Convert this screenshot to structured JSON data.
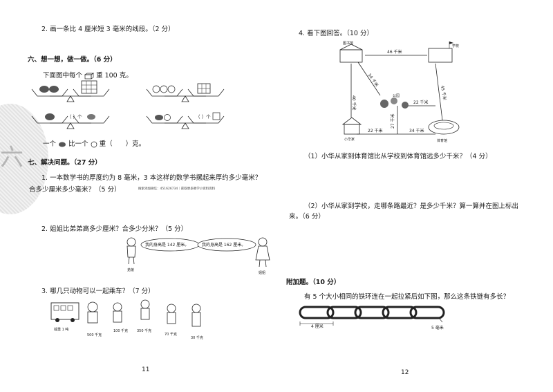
{
  "left": {
    "q2_draw": "2. 画一条比 4 厘米短 3 毫米的线段。（2 分）",
    "sec6_title": "六、想一想，做一做。（6 分）",
    "sec6_intro": "下面图中每个",
    "sec6_intro_tail": "重 100 克。",
    "blank_count": "（ ）个",
    "sec6_answer_a": "一个",
    "sec6_answer_b": "比一个",
    "sec6_answer_c": "重（　　）克。",
    "sec7_title": "七、解决问题。（27 分）",
    "q1_line1": "1. 一本数学书的厚度约为 8 毫米，3 本这样的数学书摞起来厚约多少毫米？",
    "q1_line2": "合多少厘米多少毫米？（5 分）",
    "watermark": "搜索添加微信：451626734｜获取更多教学小资料资料",
    "q2_line": "2. 姐姐比弟弟高多少厘米？合多少分米？（5 分）",
    "bubble_boy": "我的身高是 142 厘米。",
    "bubble_girl": "我的身高是 162 厘米。",
    "label_boy": "弟弟",
    "label_girl": "姐姐",
    "q3_line": "3. 哪几只动物可以一起乘车？（7 分）",
    "bus_label": "载重 1 吨",
    "w1": "500 千克",
    "w2": "100 千克",
    "w3": "350 千克",
    "w4": "70 千克",
    "w5": "30 千克",
    "page_number": "11"
  },
  "right": {
    "q4_title": "4. 看下图回答。（10 分）",
    "map": {
      "library": "图书馆",
      "school": "学校",
      "park": "公园",
      "home": "小华家",
      "stadium": "体育馆",
      "d_lib_school": "46 千米",
      "d_lib_home": "40 千米",
      "d_lib_park": "34 千米",
      "d_school_stadium": "45 千米",
      "d_park_stadium_h": "22 千米",
      "d_park_down": "27 千米",
      "d_home_mid": "22 千米",
      "d_mid_stadium": "34 千米"
    },
    "q4_1": "（1）小华从家到体育馆比从学校到体育馆远多少千米？（4 分）",
    "q4_2_line1": "（2）小华从家到学校，走哪条路最近？是多少千米？算一算并在图上标出",
    "q4_2_line2": "来。（6 分）",
    "bonus_title": "附加题。（10 分）",
    "bonus_q": "有 5 个大小相同的铁环连在一起拉紧后如下图，那么这条铁链有多长？",
    "chain_label_left": "4 厘米",
    "chain_label_right": "5 毫米",
    "page_number": "12"
  }
}
